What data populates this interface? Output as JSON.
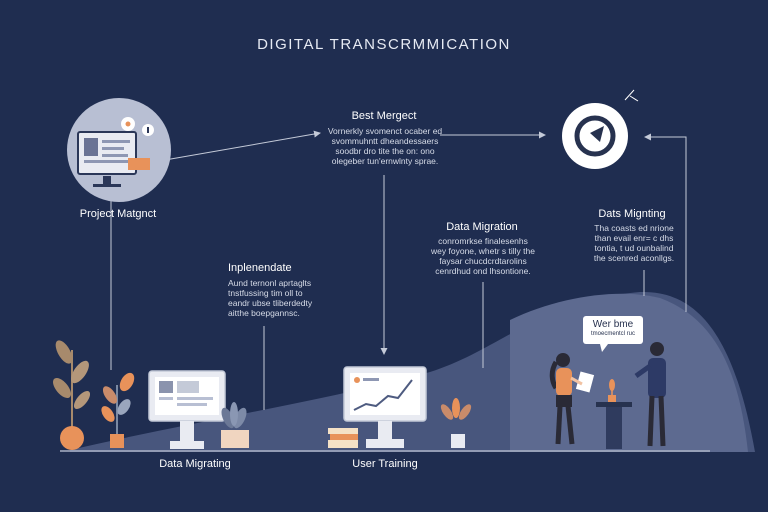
{
  "title": "DIGITAL TRANSCRMMICATION",
  "steps": {
    "project": {
      "label": "Project Matgnct"
    },
    "best": {
      "label": "Best Mergect",
      "desc": "Vornerkly svomenct ocaber ed\nsvommuhntt dheandessaers\nsoodbr  dro tite the on: ono\nolegeber  tun'ernwlnty sprae."
    },
    "implement": {
      "label": "Inplenendate",
      "desc": "Aund ternonl aprtaglts\ntnstfussing tim oll to\neandr ubse tliberdedty\naitthe boepgannsc."
    },
    "migration1": {
      "label": "Data Migration",
      "desc": "conromrkse finalesenhs\nwey foyone, whetr s tilly the\nfaysar chucdcrdtarolins\ncenrdhud ond lhsontione."
    },
    "migration2": {
      "label": "Dats Mignting",
      "desc": "Tha coasts ed nrione\nthan evail enr= c dhs\ntontia, t ud ounbalind\nthe scenred aconllgs."
    },
    "bottom_left": {
      "label": "Data Migrating"
    },
    "bottom_mid": {
      "label": "User Training"
    },
    "bubble": {
      "title": "Wer bme",
      "sub": "tmoecmentcl ruc"
    }
  },
  "colors": {
    "background": "#1f2d50",
    "hill": "#4f5d84",
    "panel": "#e9ebf2",
    "circle": "#b8bfd3",
    "accent": "#e8925a",
    "line": "#c4cad8"
  },
  "icons": [
    "monitor-icon",
    "chart-monitor-icon",
    "clock-icon",
    "plant-icon",
    "person-icon"
  ]
}
